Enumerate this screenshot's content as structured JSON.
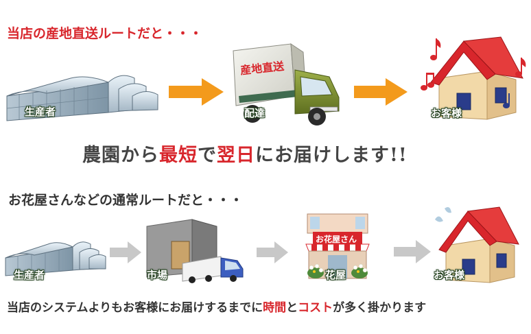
{
  "section_direct": {
    "heading": "当店の産地直送ルートだと・・・",
    "steps": {
      "farm": "生産者",
      "delivery": "配達",
      "customer": "お客様"
    },
    "truck_sign": "産地直送"
  },
  "tagline": {
    "prefix": "農園から",
    "em1": "最短",
    "mid": "で",
    "em2": "翌日",
    "suffix": "にお届けします!!"
  },
  "section_normal": {
    "heading": "お花屋さんなどの通常ルートだと・・・",
    "steps": {
      "farm": "生産者",
      "market": "市場",
      "florist": "花屋",
      "customer": "お客様"
    },
    "shop_sign": "お花屋さん"
  },
  "note": {
    "prefix": "当店のシステムよりもお客様にお届けするまでに",
    "em1": "時間",
    "mid": "と",
    "em2": "コスト",
    "suffix": "が多く掛かります"
  },
  "colors": {
    "accent_red": "#d8262c",
    "arrow_orange": "#f39a1c",
    "arrow_gray": "#c8c8c8"
  }
}
